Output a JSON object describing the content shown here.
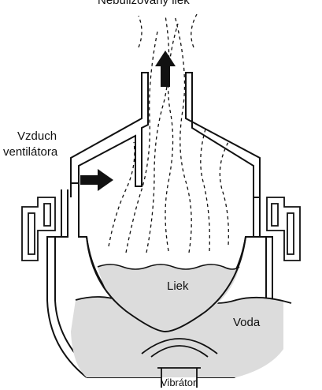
{
  "labels": {
    "top": "Nebulizovaný liek",
    "air": "Vzduch ventilátora",
    "air_line1": "Vzduch",
    "air_line2": "ventilátora",
    "medicine": "Liek",
    "water": "Voda",
    "vibrator": "Vibrátor"
  },
  "colors": {
    "line": "#111111",
    "liquid": "#dcdcdc",
    "background": "#ffffff"
  }
}
